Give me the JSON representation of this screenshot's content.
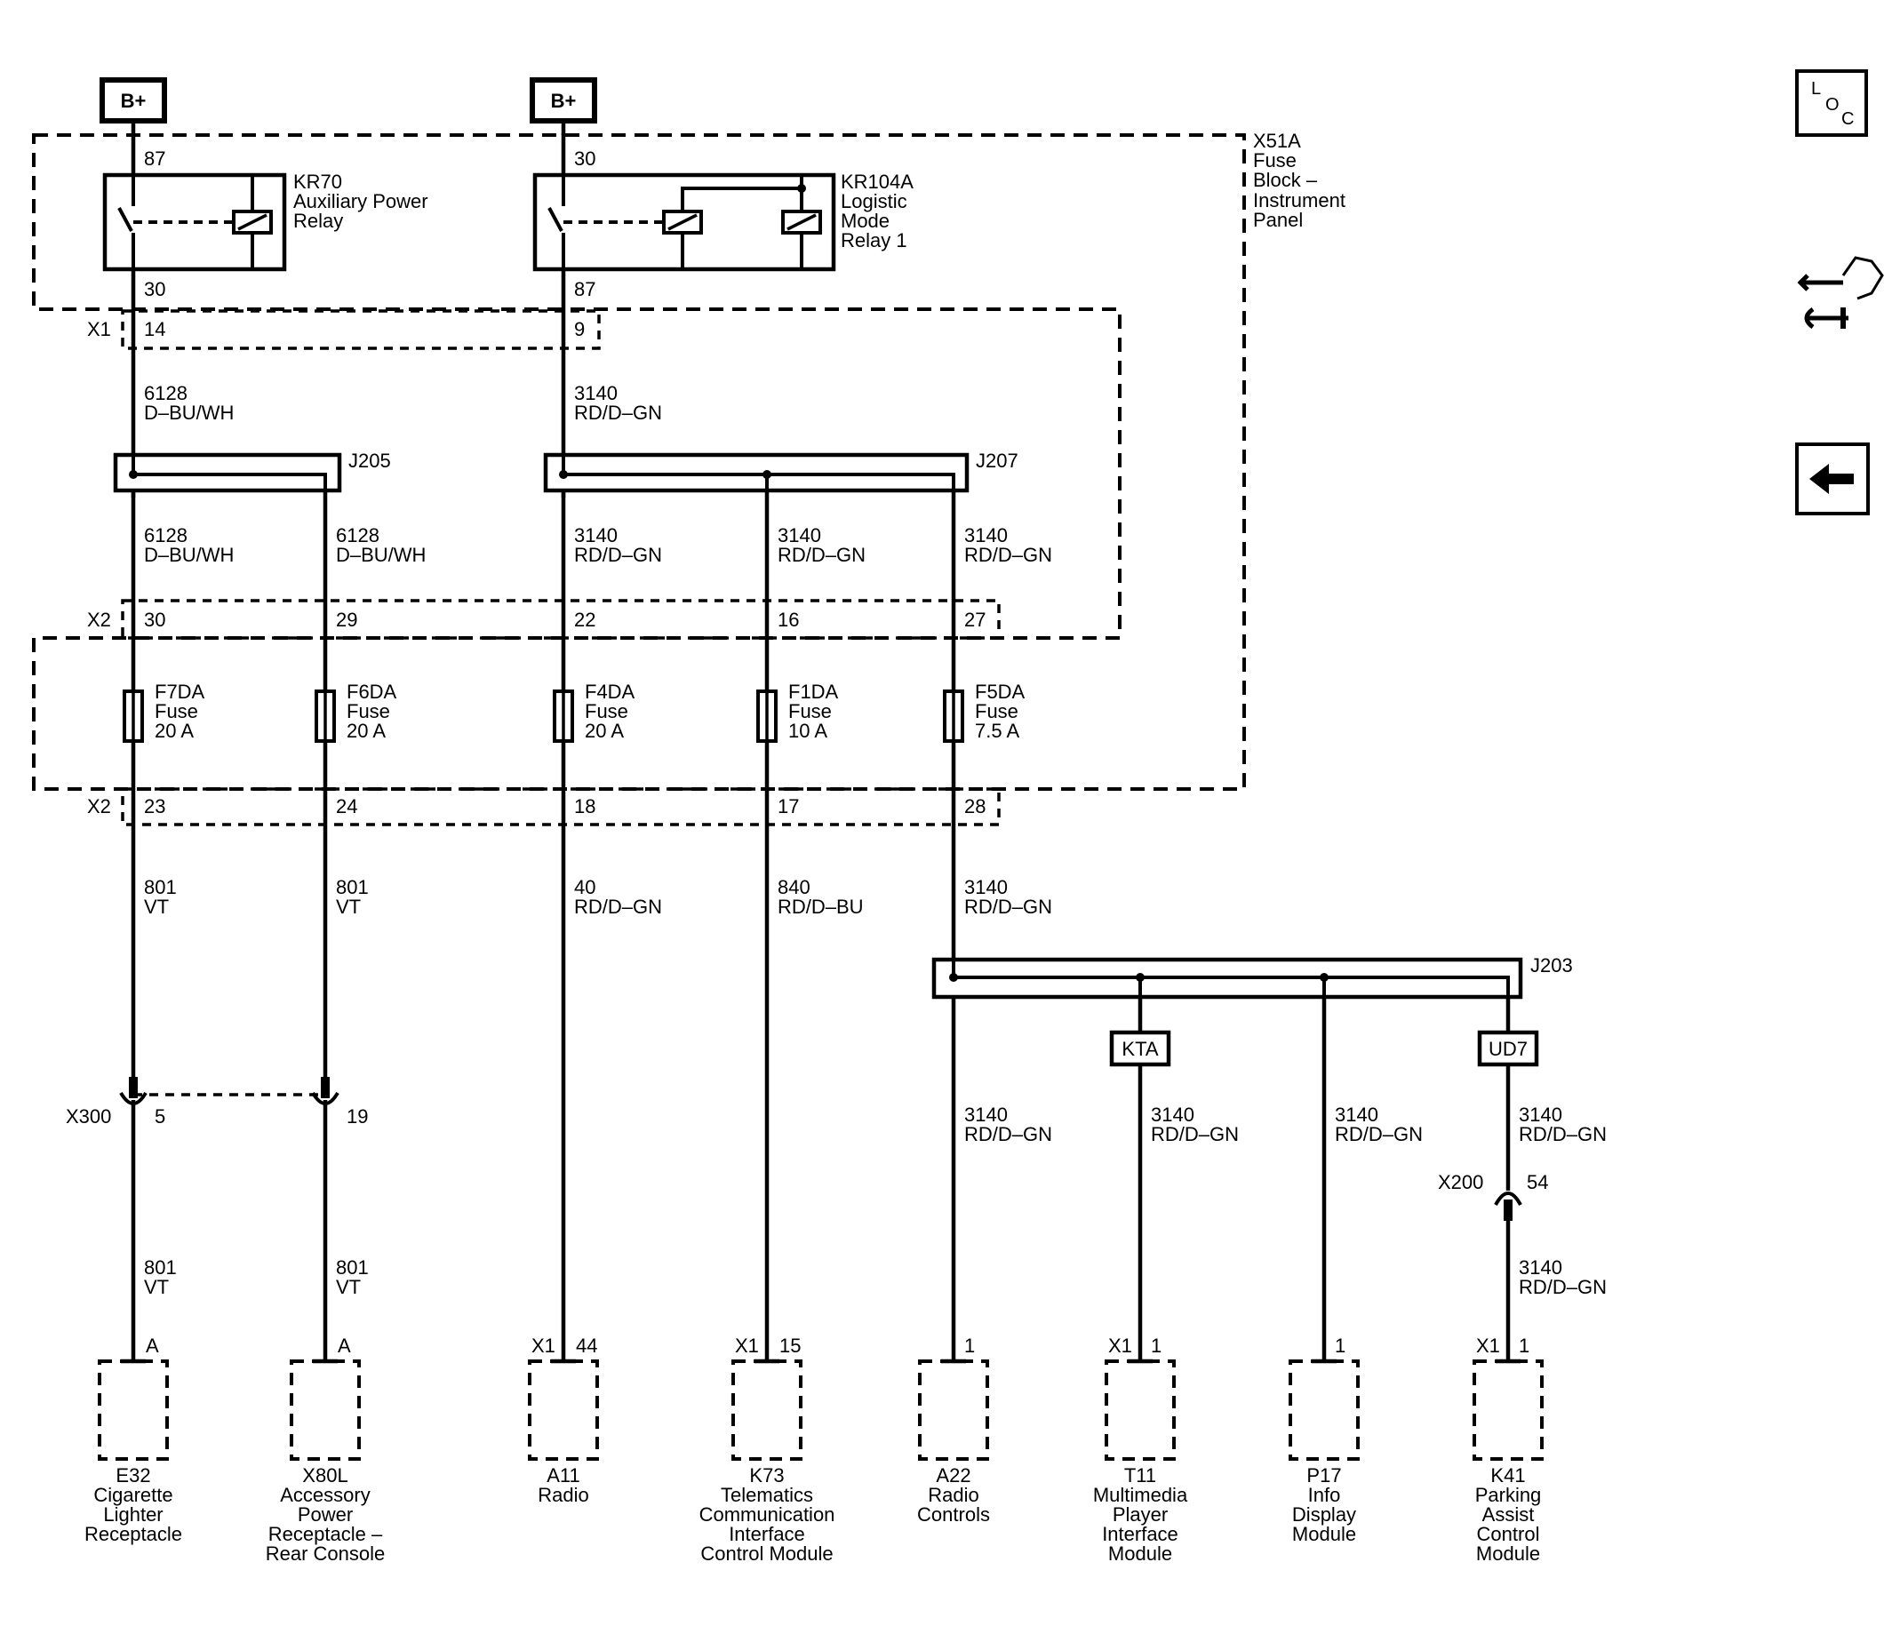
{
  "power": {
    "bplus_1": "B+",
    "bplus_2": "B+"
  },
  "fuse_block": {
    "l1": "X51A",
    "l2": "Fuse",
    "l3": "Block –",
    "l4": "Instrument",
    "l5": "Panel"
  },
  "relay1": {
    "name": "KR70",
    "desc1": "Auxiliary Power",
    "desc2": "Relay",
    "pin_in": "87",
    "pin_out": "30"
  },
  "relay2": {
    "name": "KR104A",
    "desc1": "Logistic",
    "desc2": "Mode",
    "desc3": "Relay 1",
    "pin_in": "30",
    "pin_out": "87"
  },
  "x1_top": {
    "label": "X1",
    "pin_a": "14",
    "pin_b": "9"
  },
  "wire_top_1": {
    "num": "6128",
    "color": "D–BU/WH"
  },
  "wire_top_2": {
    "num": "3140",
    "color": "RD/D–GN"
  },
  "splices": {
    "j205": "J205",
    "j207": "J207",
    "j203": "J203"
  },
  "wires_mid": [
    {
      "num": "6128",
      "color": "D–BU/WH"
    },
    {
      "num": "6128",
      "color": "D–BU/WH"
    },
    {
      "num": "3140",
      "color": "RD/D–GN"
    },
    {
      "num": "3140",
      "color": "RD/D–GN"
    },
    {
      "num": "3140",
      "color": "RD/D–GN"
    }
  ],
  "x2_top": {
    "label": "X2",
    "pins": [
      "30",
      "29",
      "22",
      "16",
      "27"
    ]
  },
  "fuses": [
    {
      "name": "F7DA",
      "type": "Fuse",
      "rating": "20 A"
    },
    {
      "name": "F6DA",
      "type": "Fuse",
      "rating": "20 A"
    },
    {
      "name": "F4DA",
      "type": "Fuse",
      "rating": "20 A"
    },
    {
      "name": "F1DA",
      "type": "Fuse",
      "rating": "10 A"
    },
    {
      "name": "F5DA",
      "type": "Fuse",
      "rating": "7.5 A"
    }
  ],
  "x2_bot": {
    "label": "X2",
    "pins": [
      "23",
      "24",
      "18",
      "17",
      "28"
    ]
  },
  "wires_low": [
    {
      "num": "801",
      "color": "VT"
    },
    {
      "num": "801",
      "color": "VT"
    },
    {
      "num": "40",
      "color": "RD/D–GN"
    },
    {
      "num": "840",
      "color": "RD/D–BU"
    },
    {
      "num": "3140",
      "color": "RD/D–GN"
    }
  ],
  "options": {
    "kta": "KTA",
    "ud7": "UD7"
  },
  "x300": {
    "label": "X300",
    "pin_a": "5",
    "pin_b": "19"
  },
  "wires_j203": [
    {
      "num": "3140",
      "color": "RD/D–GN"
    },
    {
      "num": "3140",
      "color": "RD/D–GN"
    },
    {
      "num": "3140",
      "color": "RD/D–GN"
    },
    {
      "num": "3140",
      "color": "RD/D–GN"
    }
  ],
  "x200": {
    "label": "X200",
    "pin": "54"
  },
  "wires_bottom": [
    {
      "num": "801",
      "color": "VT"
    },
    {
      "num": "801",
      "color": "VT"
    },
    {
      "num": "3140",
      "color": "RD/D–GN"
    }
  ],
  "component_pins": {
    "e32": "A",
    "x80l": "A",
    "a11_conn": "X1",
    "a11": "44",
    "k73_conn": "X1",
    "k73": "15",
    "a22": "1",
    "t11_conn": "X1",
    "t11": "1",
    "p17": "1",
    "k41_conn": "X1",
    "k41": "1"
  },
  "components": [
    {
      "id": "E32",
      "l1": "Cigarette",
      "l2": "Lighter",
      "l3": "Receptacle",
      "l4": ""
    },
    {
      "id": "X80L",
      "l1": "Accessory",
      "l2": "Power",
      "l3": "Receptacle –",
      "l4": "Rear Console"
    },
    {
      "id": "A11",
      "l1": "Radio",
      "l2": "",
      "l3": "",
      "l4": ""
    },
    {
      "id": "K73",
      "l1": "Telematics",
      "l2": "Communication",
      "l3": "Interface",
      "l4": "Control Module"
    },
    {
      "id": "A22",
      "l1": "Radio",
      "l2": "Controls",
      "l3": "",
      "l4": ""
    },
    {
      "id": "T11",
      "l1": "Multimedia",
      "l2": "Player",
      "l3": "Interface",
      "l4": "Module"
    },
    {
      "id": "P17",
      "l1": "Info",
      "l2": "Display",
      "l3": "Module",
      "l4": ""
    },
    {
      "id": "K41",
      "l1": "Parking",
      "l2": "Assist",
      "l3": "Control",
      "l4": "Module"
    }
  ],
  "nav": {
    "loc_l": "L",
    "loc_o": "O",
    "loc_c": "C",
    "loc_icon": "location-view-icon",
    "connector_icon": "connector-view-icon",
    "back_icon": "back-arrow-icon"
  }
}
